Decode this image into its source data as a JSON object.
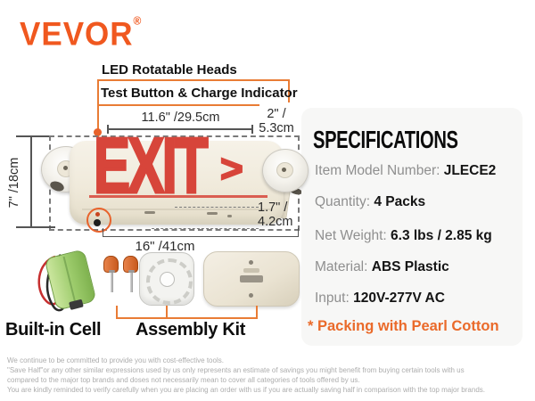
{
  "brand": {
    "logo": "VEVOR",
    "registered": "®"
  },
  "colors": {
    "brand_orange": "#F0581F",
    "callout_orange": "#E97C35",
    "exit_red": "#D7453A",
    "note_orange": "#EA6A2A",
    "sign_cream": "#F0EADB"
  },
  "callouts": {
    "led_heads": "LED Rotatable Heads",
    "test_button": "Test Button & Charge Indicator"
  },
  "dimensions": {
    "top_width": "11.6\" /29.5cm",
    "head_width_line1": "2\" /",
    "head_width_line2": "5.3cm",
    "height": "7\" /18cm",
    "depth_line1": "1.7\" /",
    "depth_line2": "4.2cm",
    "bottom_width": "16\" /41cm"
  },
  "sign": {
    "text": "EXIT",
    "arrow": ">"
  },
  "items": {
    "battery_label": "Built-in Cell",
    "kit_label": "Assembly Kit"
  },
  "specifications": {
    "title": "SPECIFICATIONS",
    "rows": [
      {
        "label": "Item Model Number: ",
        "value": "JLECE2"
      },
      {
        "label": "Quantity: ",
        "value": "4 Packs"
      },
      {
        "label": "Net Weight: ",
        "value": "6.3 lbs / 2.85 kg"
      },
      {
        "label": "Material: ",
        "value": "ABS Plastic"
      },
      {
        "label": "Input: ",
        "value": "120V-277V AC"
      }
    ],
    "note": "* Packing with Pearl Cotton"
  },
  "footer": {
    "line1": "We continue to be committed to provide you with cost-effective tools.",
    "line2": "\"Save Half\"or any other similar expressions used by us only represents an estimate of savings you might benefit from buying certain tools with us",
    "line3": "compared to the major top brands and doses not necessarily mean to cover all categories of tools offered by us.",
    "line4": "You are kindly reminded to verify carefully when you are placing an order with us if you are actually saving half in comparison with the top major brands."
  }
}
